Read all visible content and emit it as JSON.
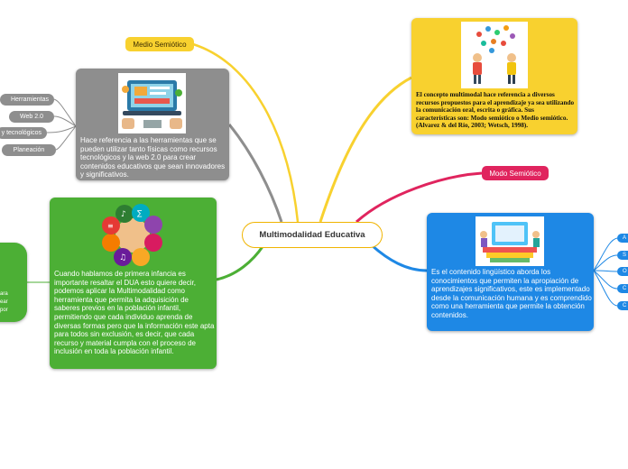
{
  "central": {
    "label": "Multimodalidad Educativa"
  },
  "branches": {
    "medio_label": "Medio Semiótico",
    "modo_label": "Modo Semiótico"
  },
  "gray_card": {
    "text": "Hace referencia a las herramientas que se pueden utilizar tanto físicas como recursos tecnológicos y la web 2.0 para crear contenidos educativos que sean innovadores y significativos.",
    "pills": [
      "Herramientas",
      "Web 2.0",
      "y tecnológicos",
      "Planeación"
    ]
  },
  "yellow_card": {
    "text": "El concepto multimodal hace referencia a diversos recursos propuestos para el aprendizaje ya sea utilizando la comunicación oral, escrita o gráfica. Sus características son: Modo semiótico o Medio semiótico.(Alvarez & del Río, 2003; Wetsch, 1998)."
  },
  "green_card": {
    "text": "Cuando hablamos de primera infancia es importante resaltar el DUA esto quiere decir, podemos aplicar la Multimodalidad como herramienta que permita la adquisición de saberes previos en la población infantil, permitiendo que cada individuo aprenda de diversas formas pero que la información este apta para todos sin exclusión, es decir, que cada recurso y material cumpla con el proceso de inclusión en toda la población infantil."
  },
  "left_green_partial": {
    "fragments": [
      "ara",
      "ear",
      "por"
    ]
  },
  "blue_card": {
    "text": "Es el contenido lingüístico aborda los conocimientos que permiten la apropiación de aprendizajes significativos, este es implementado desde la comunicación humana y es comprendido como una herramienta que permite la obtención contenidos.",
    "pills": [
      "A",
      "S",
      "O",
      "C",
      "C"
    ]
  },
  "icons": {
    "gray_card_image": "laptop-workspace-illustration",
    "yellow_card_image": "children-social-media-illustration",
    "green_card_image": "multiple-intelligences-head-illustration",
    "blue_card_image": "students-books-illustration"
  },
  "colors": {
    "yellow": "#f8d12f",
    "gray": "#8e8e8e",
    "green": "#4caf35",
    "blue": "#1e88e5",
    "pink": "#e0245e",
    "central_border": "#f0b400"
  }
}
